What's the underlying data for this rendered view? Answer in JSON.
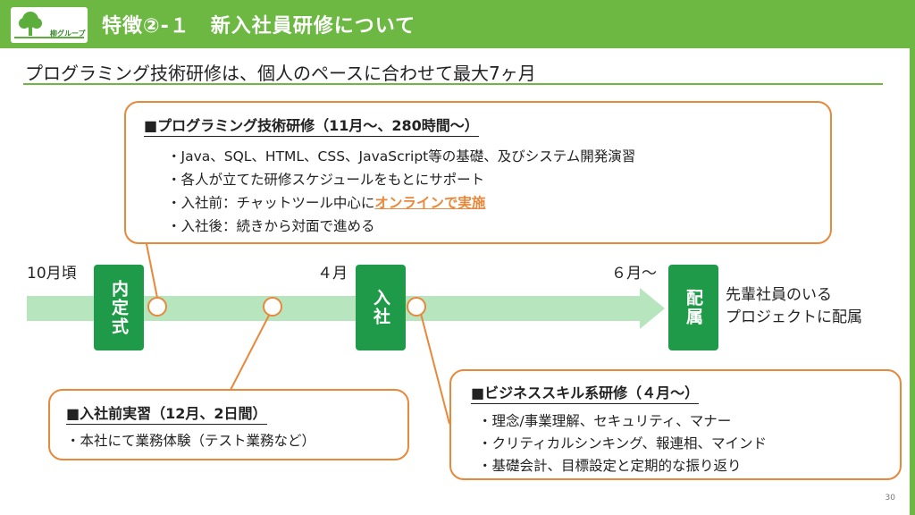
{
  "header": {
    "title": "特徴②-１　新入社員研修について",
    "logo_text": "柳グループ"
  },
  "subtitle": "プログラミング技術研修は、個人のペースに合わせて最大7ヶ月",
  "programming_box": {
    "title": "■プログラミング技術研修（11月～、280時間～）",
    "items": [
      "・Java、SQL、HTML、CSS、JavaScript等の基礎、及びシステム開発演習",
      "・各人が立てた研修スケジュールをもとにサポート",
      "・入社前：チャットツール中心に",
      "・入社後：続きから対面で進める"
    ],
    "highlight": "オンラインで実施"
  },
  "timeline": {
    "label_oct": "10月頃",
    "label_apr": "４月",
    "label_jun": "６月～",
    "milestone_naitei": "内定式",
    "milestone_nyusha": "入社",
    "milestone_haizoku": "配属",
    "destination_line1": "先輩社員のいる",
    "destination_line2": "プロジェクトに配属"
  },
  "pre_join_box": {
    "title": "■入社前実習（12月、2日間）",
    "items": [
      "・本社にて業務体験（テスト業務など）"
    ]
  },
  "business_box": {
    "title": "■ビジネススキル系研修（４月～）",
    "items": [
      "・理念/事業理解、セキュリティ、マナー",
      "・クリティカルシンキング、報連相、マインド",
      "・基礎会計、目標設定と定期的な振り返り"
    ]
  },
  "page_number": "30",
  "colors": {
    "accent_green": "#6cb842",
    "milestone_green": "#1f9a48",
    "orange": "#e8883a",
    "arrow": "#b7e6be"
  }
}
